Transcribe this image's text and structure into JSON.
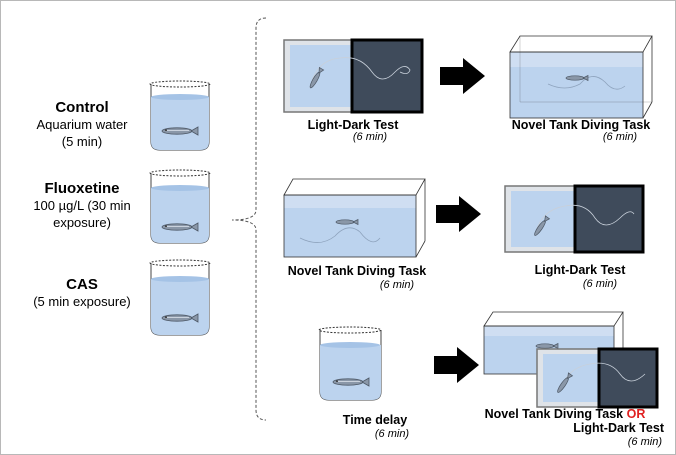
{
  "conditions": [
    {
      "title": "Control",
      "line1": "Aquarium water",
      "line2": "(5 min)"
    },
    {
      "title": "Fluoxetine",
      "line1": "100 µg/L (30 min",
      "line2": "exposure)"
    },
    {
      "title": "CAS",
      "line1": "(5 min exposure)",
      "line2": ""
    }
  ],
  "protocols": [
    {
      "first": "Light-Dark Test",
      "first_duration": "(6 min)",
      "second": "Novel Tank Diving Task",
      "second_duration": "(6 min)"
    },
    {
      "first": "Novel Tank Diving Task",
      "first_duration": "(6 min)",
      "second": "Light-Dark Test",
      "second_duration": "(6 min)"
    },
    {
      "first": "Time delay",
      "first_duration": "(6 min)",
      "second": "Novel Tank Diving Task",
      "second_or": "OR",
      "second_alt": "Light-Dark Test",
      "second_duration": "(6 min)"
    }
  ],
  "colors": {
    "water": "#bcd3ee",
    "water_top": "#a5c3e6",
    "dark_side": "#3f4b5b",
    "arrow": "#000000",
    "or_text": "#e02020"
  }
}
